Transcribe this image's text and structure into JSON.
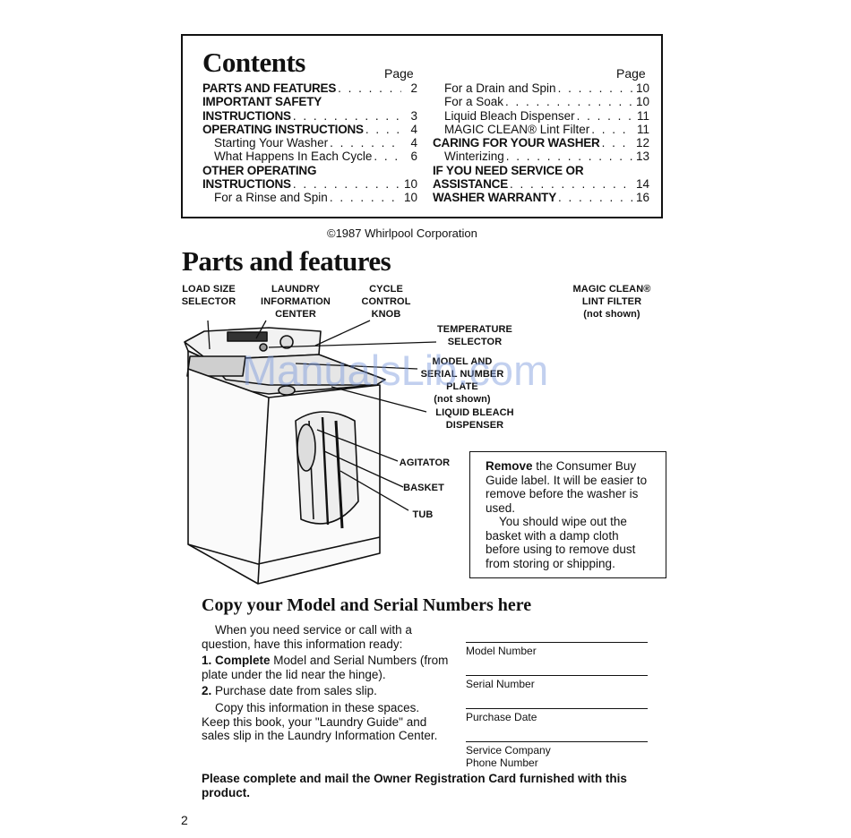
{
  "contents": {
    "title": "Contents",
    "page_label": "Page",
    "left": [
      {
        "text": "PARTS AND FEATURES",
        "page": "2",
        "bold": true
      },
      {
        "text": "IMPORTANT SAFETY",
        "page": "",
        "bold": true
      },
      {
        "text": "INSTRUCTIONS",
        "page": "3",
        "bold": true
      },
      {
        "text": "OPERATING INSTRUCTIONS",
        "page": "4",
        "bold": true
      },
      {
        "text": "Starting Your Washer",
        "page": "4",
        "bold": false
      },
      {
        "text": "What Happens In Each Cycle",
        "page": "6",
        "bold": false
      },
      {
        "text": "OTHER OPERATING",
        "page": "",
        "bold": true
      },
      {
        "text": "INSTRUCTIONS",
        "page": "10",
        "bold": true
      },
      {
        "text": "For a Rinse and Spin",
        "page": "10",
        "bold": false
      }
    ],
    "right": [
      {
        "text": "For a Drain and Spin",
        "page": "10",
        "bold": false
      },
      {
        "text": "For a Soak",
        "page": "10",
        "bold": false
      },
      {
        "text": "Liquid Bleach Dispenser",
        "page": "11",
        "bold": false
      },
      {
        "text": "MAGIC CLEAN® Lint Filter",
        "page": "11",
        "bold": false
      },
      {
        "text": "CARING FOR YOUR WASHER",
        "page": "12",
        "bold": true
      },
      {
        "text": "Winterizing",
        "page": "13",
        "bold": false
      },
      {
        "text": "IF YOU NEED SERVICE OR",
        "page": "",
        "bold": true
      },
      {
        "text": "ASSISTANCE",
        "page": "14",
        "bold": true
      },
      {
        "text": "WASHER WARRANTY",
        "page": "16",
        "bold": true
      }
    ]
  },
  "copyright": "©1987 Whirlpool Corporation",
  "parts_title": "Parts and features",
  "labels": {
    "load_size": "LOAD SIZE SELECTOR",
    "laundry_info": "LAUNDRY INFORMATION CENTER",
    "cycle_control": "CYCLE CONTROL KNOB",
    "magic_clean": "MAGIC CLEAN® LINT FILTER",
    "not_shown": "(not shown)",
    "temperature": "TEMPERATURE SELECTOR",
    "model_plate": "MODEL AND SERIAL NUMBER PLATE",
    "model_plate_note": "(not shown)",
    "bleach": "LIQUID BLEACH DISPENSER",
    "agitator": "AGITATOR",
    "basket": "BASKET",
    "tub": "TUB"
  },
  "watermark": "ManualsLib.com",
  "note": {
    "bold": "Remove",
    "p1": " the Consumer Buy Guide label. It will be easier to remove before the washer is used.",
    "p2": "You should wipe out the basket with a damp cloth before using to remove dust from storing or shipping."
  },
  "copy_section": {
    "title": "Copy your Model and Serial Numbers here",
    "intro": "When you need service or call with a question, have this information ready:",
    "step1_num": "1.",
    "step1_bold": "Complete",
    "step1_text": " Model and Serial Numbers (from plate under the lid near the hinge).",
    "step2_num": "2.",
    "step2_text": " Purchase date from sales slip.",
    "outro": "Copy this information in these spaces. Keep this book, your \"Laundry Guide\" and sales slip in the Laundry Information Center.",
    "fields": [
      "Model Number",
      "Serial Number",
      "Purchase Date",
      "Service Company Phone Number"
    ]
  },
  "registration_note": "Please complete and mail the Owner Registration Card furnished with this product.",
  "page_number": "2"
}
